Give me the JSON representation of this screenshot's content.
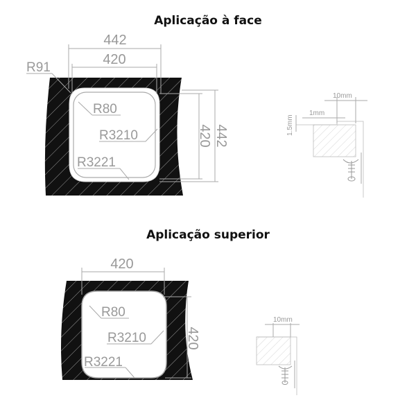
{
  "sections": [
    {
      "title": "Aplicação à face",
      "dimensions": {
        "outer_width": "442",
        "inner_width": "420",
        "outer_height": "442",
        "inner_height": "420"
      },
      "radii": {
        "r_top": "R91",
        "r_corner": "R80",
        "r_side": "R3210",
        "r_bottom": "R3221"
      },
      "detail": {
        "width": "10mm",
        "offset": "1mm",
        "height": "1.5mm"
      }
    },
    {
      "title": "Aplicação superior",
      "dimensions": {
        "width": "420",
        "height": "420"
      },
      "radii": {
        "r_corner": "R80",
        "r_side": "R3210",
        "r_bottom": "R3221"
      },
      "detail": {
        "width": "10mm"
      }
    }
  ]
}
